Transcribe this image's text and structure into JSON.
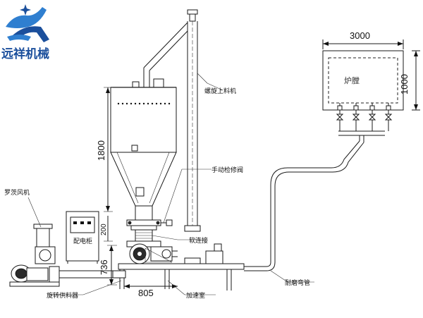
{
  "brand": {
    "logo_name": "yuanxiang-logo",
    "company_name": "远祥机械",
    "colors": {
      "primary": "#1b4f9c",
      "accent": "#2f7fd0"
    }
  },
  "dimensions": {
    "furnace_width": "3000",
    "furnace_height": "1000",
    "silo_height": "1800",
    "valve_height": "200",
    "base_height": "736",
    "base_width": "805"
  },
  "labels": {
    "furnace": "炉膛",
    "screw_feeder": "螺旋上料机",
    "manual_valve": "手动检修阀",
    "roots_blower": "罗茨风机",
    "control_cabinet": "配电柜",
    "soft_connection": "软连接",
    "rotary_feeder": "旋转供料器",
    "accel_chamber": "加速室",
    "wear_elbow": "耐磨弯管"
  }
}
